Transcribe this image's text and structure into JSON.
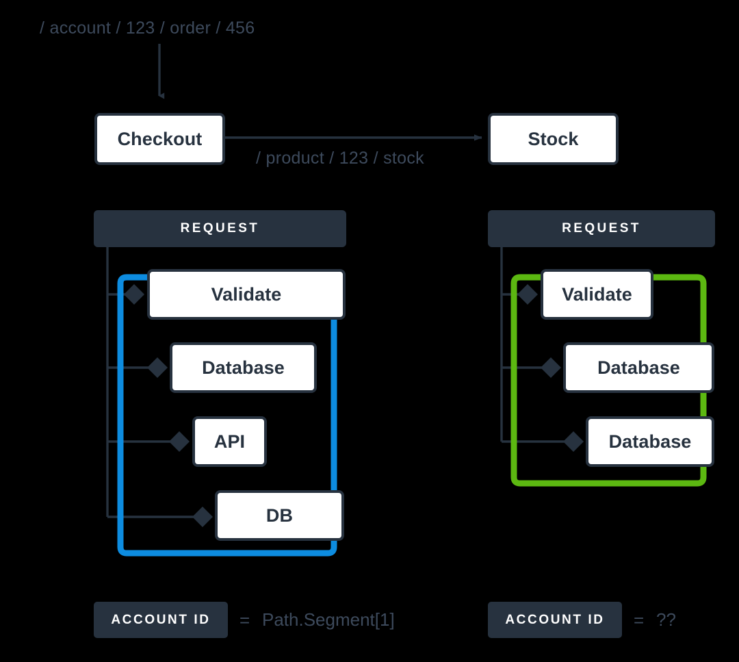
{
  "diagram": {
    "title_request_path": "/ account / 123 / order / 456",
    "edge_label": "/ product / 123 / stock",
    "colors": {
      "ink": "#27323f",
      "muted": "#3d4a5c",
      "blue_trace": "#0d8ce0",
      "green_trace": "#5cb811",
      "panel_header_bg": "#27323f",
      "node_bg": "#ffffff",
      "background": "#000000"
    },
    "services": [
      {
        "name": "checkout-service",
        "label": "Checkout"
      },
      {
        "name": "stock-service",
        "label": "Stock"
      }
    ],
    "panels": [
      {
        "name": "checkout-request-panel",
        "header": "REQUEST",
        "trace_color": "#0d8ce0",
        "spans": [
          {
            "label": "Validate"
          },
          {
            "label": "Database"
          },
          {
            "label": "API"
          },
          {
            "label": "DB"
          }
        ],
        "footer": {
          "badge": "ACCOUNT ID",
          "equals": "=",
          "value": "Path.Segment[1]"
        }
      },
      {
        "name": "stock-request-panel",
        "header": "REQUEST",
        "trace_color": "#5cb811",
        "spans": [
          {
            "label": "Validate"
          },
          {
            "label": "Database"
          },
          {
            "label": "Database"
          }
        ],
        "footer": {
          "badge": "ACCOUNT ID",
          "equals": "=",
          "value": "??"
        }
      }
    ]
  }
}
